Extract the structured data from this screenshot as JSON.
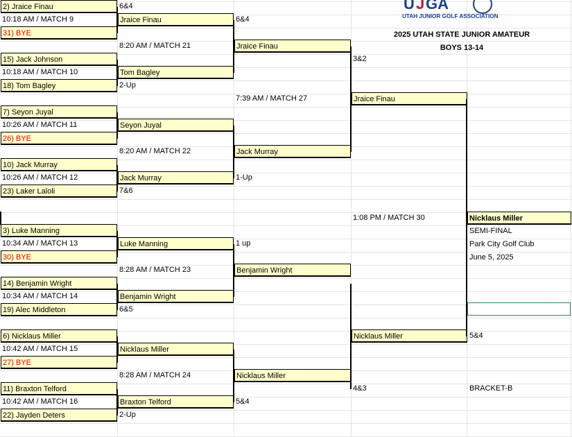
{
  "header": {
    "logo_text": "UJGA",
    "association": "UTAH JUNIOR GOLF ASSOCIATION",
    "event_title": "2025 UTAH STATE JUNIOR AMATEUR",
    "division": "BOYS 13-14"
  },
  "round1": [
    {
      "top_seed": "2) Jraice Finau",
      "time": "10:18 AM / MATCH 9",
      "bottom_seed": "31)  BYE",
      "winner": "Jraice Finau",
      "score": "6&4"
    },
    {
      "top_seed": "15)  Jack Johnson",
      "time": "10:18 AM / MATCH 10",
      "bottom_seed": "18) Tom Bagley",
      "winner": "Tom Bagley",
      "score": "2-Up"
    },
    {
      "top_seed": "7) Seyon Juyal",
      "time": "10:26 AM / MATCH 11",
      "bottom_seed": "26)  BYE",
      "winner": "Seyon Juyal",
      "score": ""
    },
    {
      "top_seed": "10)  Jack Murray",
      "time": "10:26 AM / MATCH 12",
      "bottom_seed": "23) Laker Laloli",
      "winner": "Jack Murray",
      "score": "7&6"
    },
    {
      "top_seed": "3)  Luke Manning",
      "time": "10:34 AM / MATCH 13",
      "bottom_seed": "30)  BYE",
      "winner": "Luke Manning",
      "score": ""
    },
    {
      "top_seed": "14) Benjamin Wright",
      "time": "10:34 AM / MATCH 14",
      "bottom_seed": "19)  Alec Middleton",
      "winner": "Benjamin Wright",
      "score": "6&5"
    },
    {
      "top_seed": "6)  Nicklaus Miller",
      "time": "10:42 AM / MATCH 15",
      "bottom_seed": "27)  BYE",
      "winner": "Nicklaus Miller",
      "score": ""
    },
    {
      "top_seed": "11)  Braxton Telford",
      "time": "10:42 AM / MATCH 16",
      "bottom_seed": "22)  Jayden Deters",
      "winner": "Braxton Telford",
      "score": "2-Up"
    }
  ],
  "round2": [
    {
      "time": "8:20 AM / MATCH 21",
      "winner": "Jraice Finau",
      "score": "6&4"
    },
    {
      "time": "8:20 AM / MATCH 22",
      "winner": "Jack Murray",
      "score": "1-Up"
    },
    {
      "time": "8:28 AM / MATCH 23",
      "winner": "Benjamin Wright",
      "score": "1 up"
    },
    {
      "time": "8:28 AM / MATCH 24",
      "winner": "Nicklaus Miller",
      "score": "5&4"
    }
  ],
  "round3": [
    {
      "time": "7:39 AM / MATCH 27",
      "winner": "Jraice Finau",
      "score": "3&2"
    },
    {
      "time": "",
      "winner": "Nicklaus Miller",
      "score": "4&3"
    }
  ],
  "final": {
    "time": "1:08 PM / MATCH 30",
    "winner": "Nicklaus Miller",
    "round_label": "SEMI-FINAL",
    "venue": "Park City Golf Club",
    "date": "June 5, 2025",
    "score": "5&4",
    "bracket_label": "BRACKET-B"
  },
  "colors": {
    "name_box_fill": "#ffffcc",
    "bye_text": "#e00000",
    "logo_blue": "#1a3f8f",
    "logo_red": "#c8102e",
    "selected_cell_border": "#2e8b57"
  }
}
